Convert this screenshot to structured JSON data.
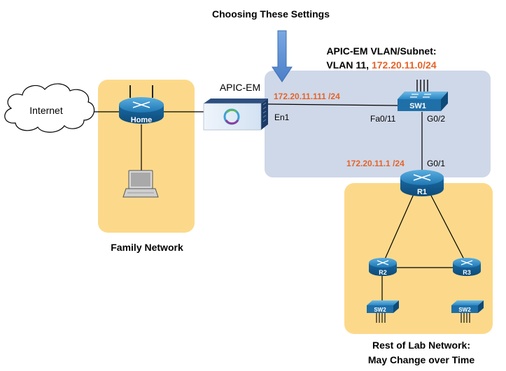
{
  "title": "Choosing These Settings",
  "apic_vlan_heading": "APIC-EM VLAN/Subnet:",
  "apic_vlan_line": {
    "prefix": "VLAN 11, ",
    "subnet": "172.20.11.0/24"
  },
  "apic_em_label": "APIC-EM",
  "apic_ip": "172.20.11.111 /24",
  "en1": "En1",
  "fa011": "Fa0/11",
  "g02": "G0/2",
  "g01": "G0/1",
  "r1_ip": "172.20.11.1 /24",
  "internet": "Internet",
  "home_router": "Home",
  "family_network": "Family Network",
  "sw1": "SW1",
  "r1": "R1",
  "r2": "R2",
  "r3": "R3",
  "sw2_left": "SW2",
  "sw2_right": "SW2",
  "rest_line1": "Rest of Lab Network:",
  "rest_line2": "May Change over Time",
  "colors": {
    "accent_orange": "#e4632a",
    "family_fill": "#fcd98a",
    "lab_fill": "#fcd98a",
    "vlan_fill": "#cfd8e8",
    "device_blue": "#1f6fa8",
    "arrow_blue": "#5b8fd4"
  }
}
